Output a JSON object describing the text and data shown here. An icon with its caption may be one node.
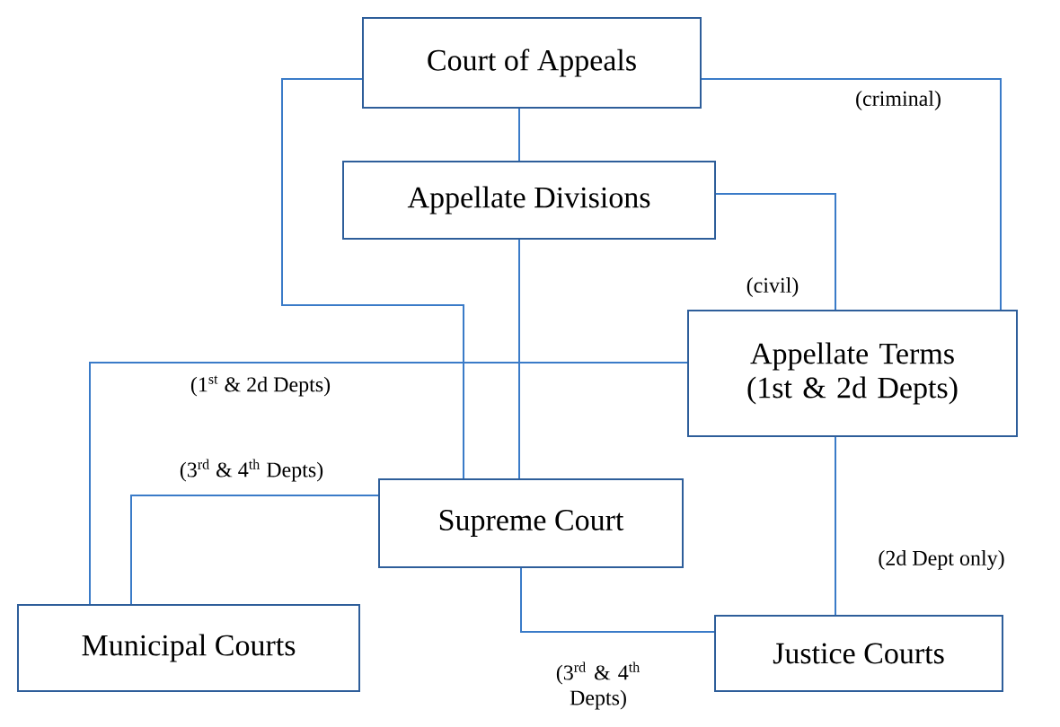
{
  "diagram": {
    "nodes": [
      {
        "text": [
          "Court of Appeals"
        ]
      },
      {
        "text": [
          "Appellate Divisions"
        ]
      },
      {
        "text": [
          "Appellate Terms (1st & 2d Depts)"
        ]
      },
      {
        "text": [
          "Supreme Court"
        ]
      },
      {
        "text": [
          "Municipal Courts"
        ]
      },
      {
        "text": [
          "Justice Courts"
        ]
      }
    ],
    "edges": [
      {
        "from": 0,
        "to": 1,
        "arrow": "none"
      },
      {
        "from": 0,
        "to": 3,
        "arrow": "none"
      },
      {
        "from": 0,
        "to": 2,
        "arrow": "none",
        "label": "(criminal)"
      },
      {
        "from": 1,
        "to": 2,
        "arrow": "none",
        "label": "(civil)"
      },
      {
        "from": 1,
        "to": 3,
        "arrow": "none"
      },
      {
        "from": 2,
        "to": 4,
        "arrow": "none",
        "label": "(1$^{st}$ & 2d Depts)"
      },
      {
        "from": 3,
        "to": 4,
        "arrow": "none",
        "label": "(3$^{rd}$ & 4$^{th}$ Depts)"
      },
      {
        "from": 2,
        "to": 5,
        "arrow": "none",
        "label": "(2d Dept only)"
      },
      {
        "from": 3,
        "to": 5,
        "arrow": "none",
        "label": "(3$^{rd}$ & 4$^{th}$ Depts)"
      }
    ]
  }
}
